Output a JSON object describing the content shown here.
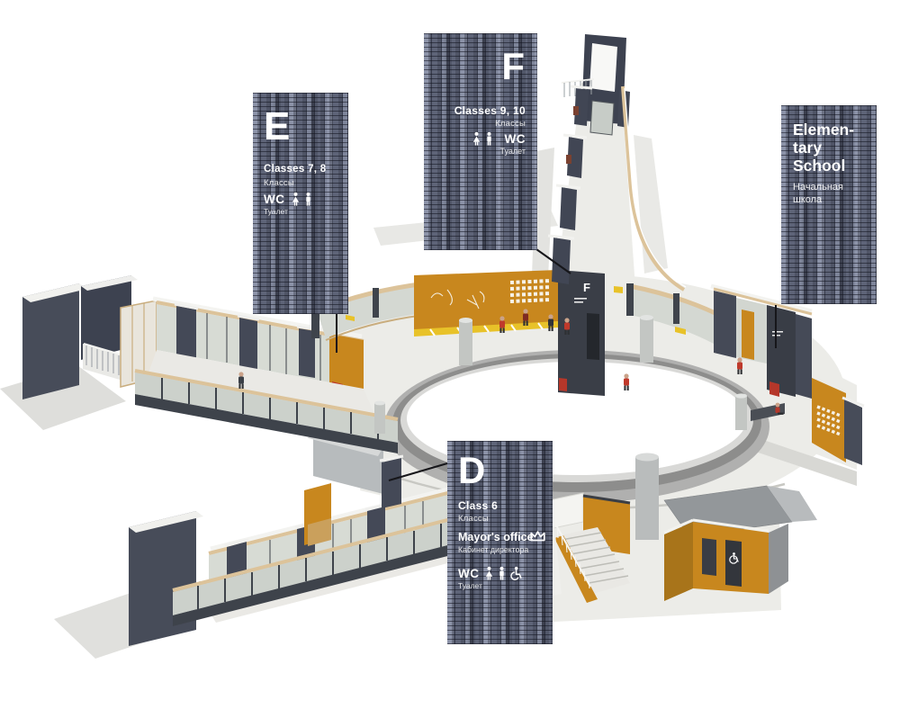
{
  "panels": {
    "e": {
      "letter": "E",
      "title": "Classes 7, 8",
      "subtitle_ru": "Классы",
      "wc": "WC",
      "wc_ru": "Туалет"
    },
    "f": {
      "letter": "F",
      "title": "Classes 9, 10",
      "subtitle_ru": "Классы",
      "wc": "WC",
      "wc_ru": "Туалет"
    },
    "d": {
      "letter": "D",
      "title": "Class 6",
      "subtitle_ru": "Классы",
      "office": "Mayor's office",
      "office_ru": "Кабинет директора",
      "wc": "WC",
      "wc_ru": "Туалет"
    },
    "elementary": {
      "line1": "Elemen-",
      "line2": "tary",
      "line3": "School",
      "ru1": "Начальная",
      "ru2": "школа"
    }
  },
  "building": {
    "f_wall_sign": "F"
  },
  "palette": {
    "orange": "#c8871e",
    "brick": "#454a57",
    "panel_brick": "#4f5466",
    "floor": "#ecece8",
    "ring_gray": "#8d8d8c",
    "wood_rail": "#dcc39a",
    "glass": "#d5d9d2",
    "dark_base": "#3e434b",
    "red": "#bd3a2c",
    "yellow": "#e8c229",
    "white": "#ffffff"
  }
}
